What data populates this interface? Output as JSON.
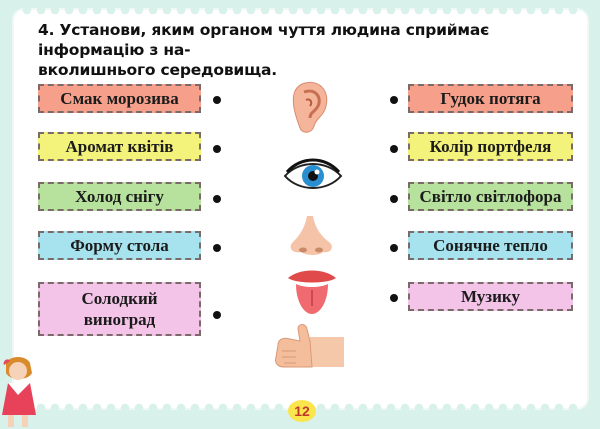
{
  "task": {
    "text_line1": "4. Установи, яким органом чуття людина сприймає інформацію з на-",
    "text_line2": "вколишнього середовища."
  },
  "left_items": [
    {
      "label": "Смак морозива",
      "color": "#f6a08c"
    },
    {
      "label": "Аромат квітів",
      "color": "#f3f27a"
    },
    {
      "label": "Холод снігу",
      "color": "#b7e29e"
    },
    {
      "label": "Форму стола",
      "color": "#a7e3ee"
    },
    {
      "label_line1": "Солодкий",
      "label_line2": "виноград",
      "color": "#f3c3e8"
    }
  ],
  "right_items": [
    {
      "label": "Гудок потяга",
      "color": "#f6a08c"
    },
    {
      "label": "Колір портфеля",
      "color": "#f3f27a"
    },
    {
      "label": "Світло світлофора",
      "color": "#b7e29e"
    },
    {
      "label": "Сонячне тепло",
      "color": "#a7e3ee"
    },
    {
      "label": "Музику",
      "color": "#f3c3e8"
    }
  ],
  "organs": [
    "ear-icon",
    "eye-icon",
    "nose-icon",
    "tongue-icon",
    "hand-icon"
  ],
  "page_number": "12"
}
